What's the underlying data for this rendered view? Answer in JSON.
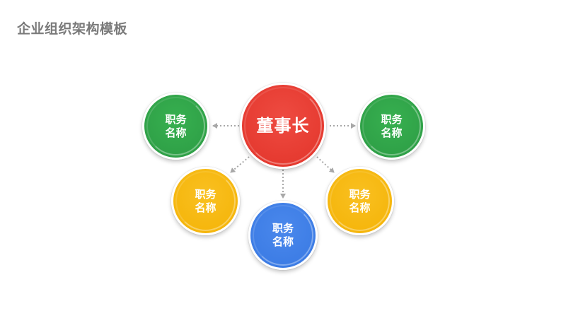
{
  "title": "企业组织架构模板",
  "colors": {
    "red": "#e8423a",
    "green": "#31a54a",
    "yellow": "#f6b80d",
    "blue": "#3e7ee6",
    "connector": "#a8a8a8",
    "title": "#7a7a7a"
  },
  "root": {
    "label": "董事长",
    "color": "red"
  },
  "positions": [
    {
      "id": "left-green",
      "label": "职务名称",
      "color": "green"
    },
    {
      "id": "right-green",
      "label": "职务名称",
      "color": "green"
    },
    {
      "id": "left-yellow",
      "label": "职务名称",
      "color": "yellow"
    },
    {
      "id": "bottom-blue",
      "label": "职务名称",
      "color": "blue"
    },
    {
      "id": "right-yellow",
      "label": "职务名称",
      "color": "yellow"
    }
  ]
}
